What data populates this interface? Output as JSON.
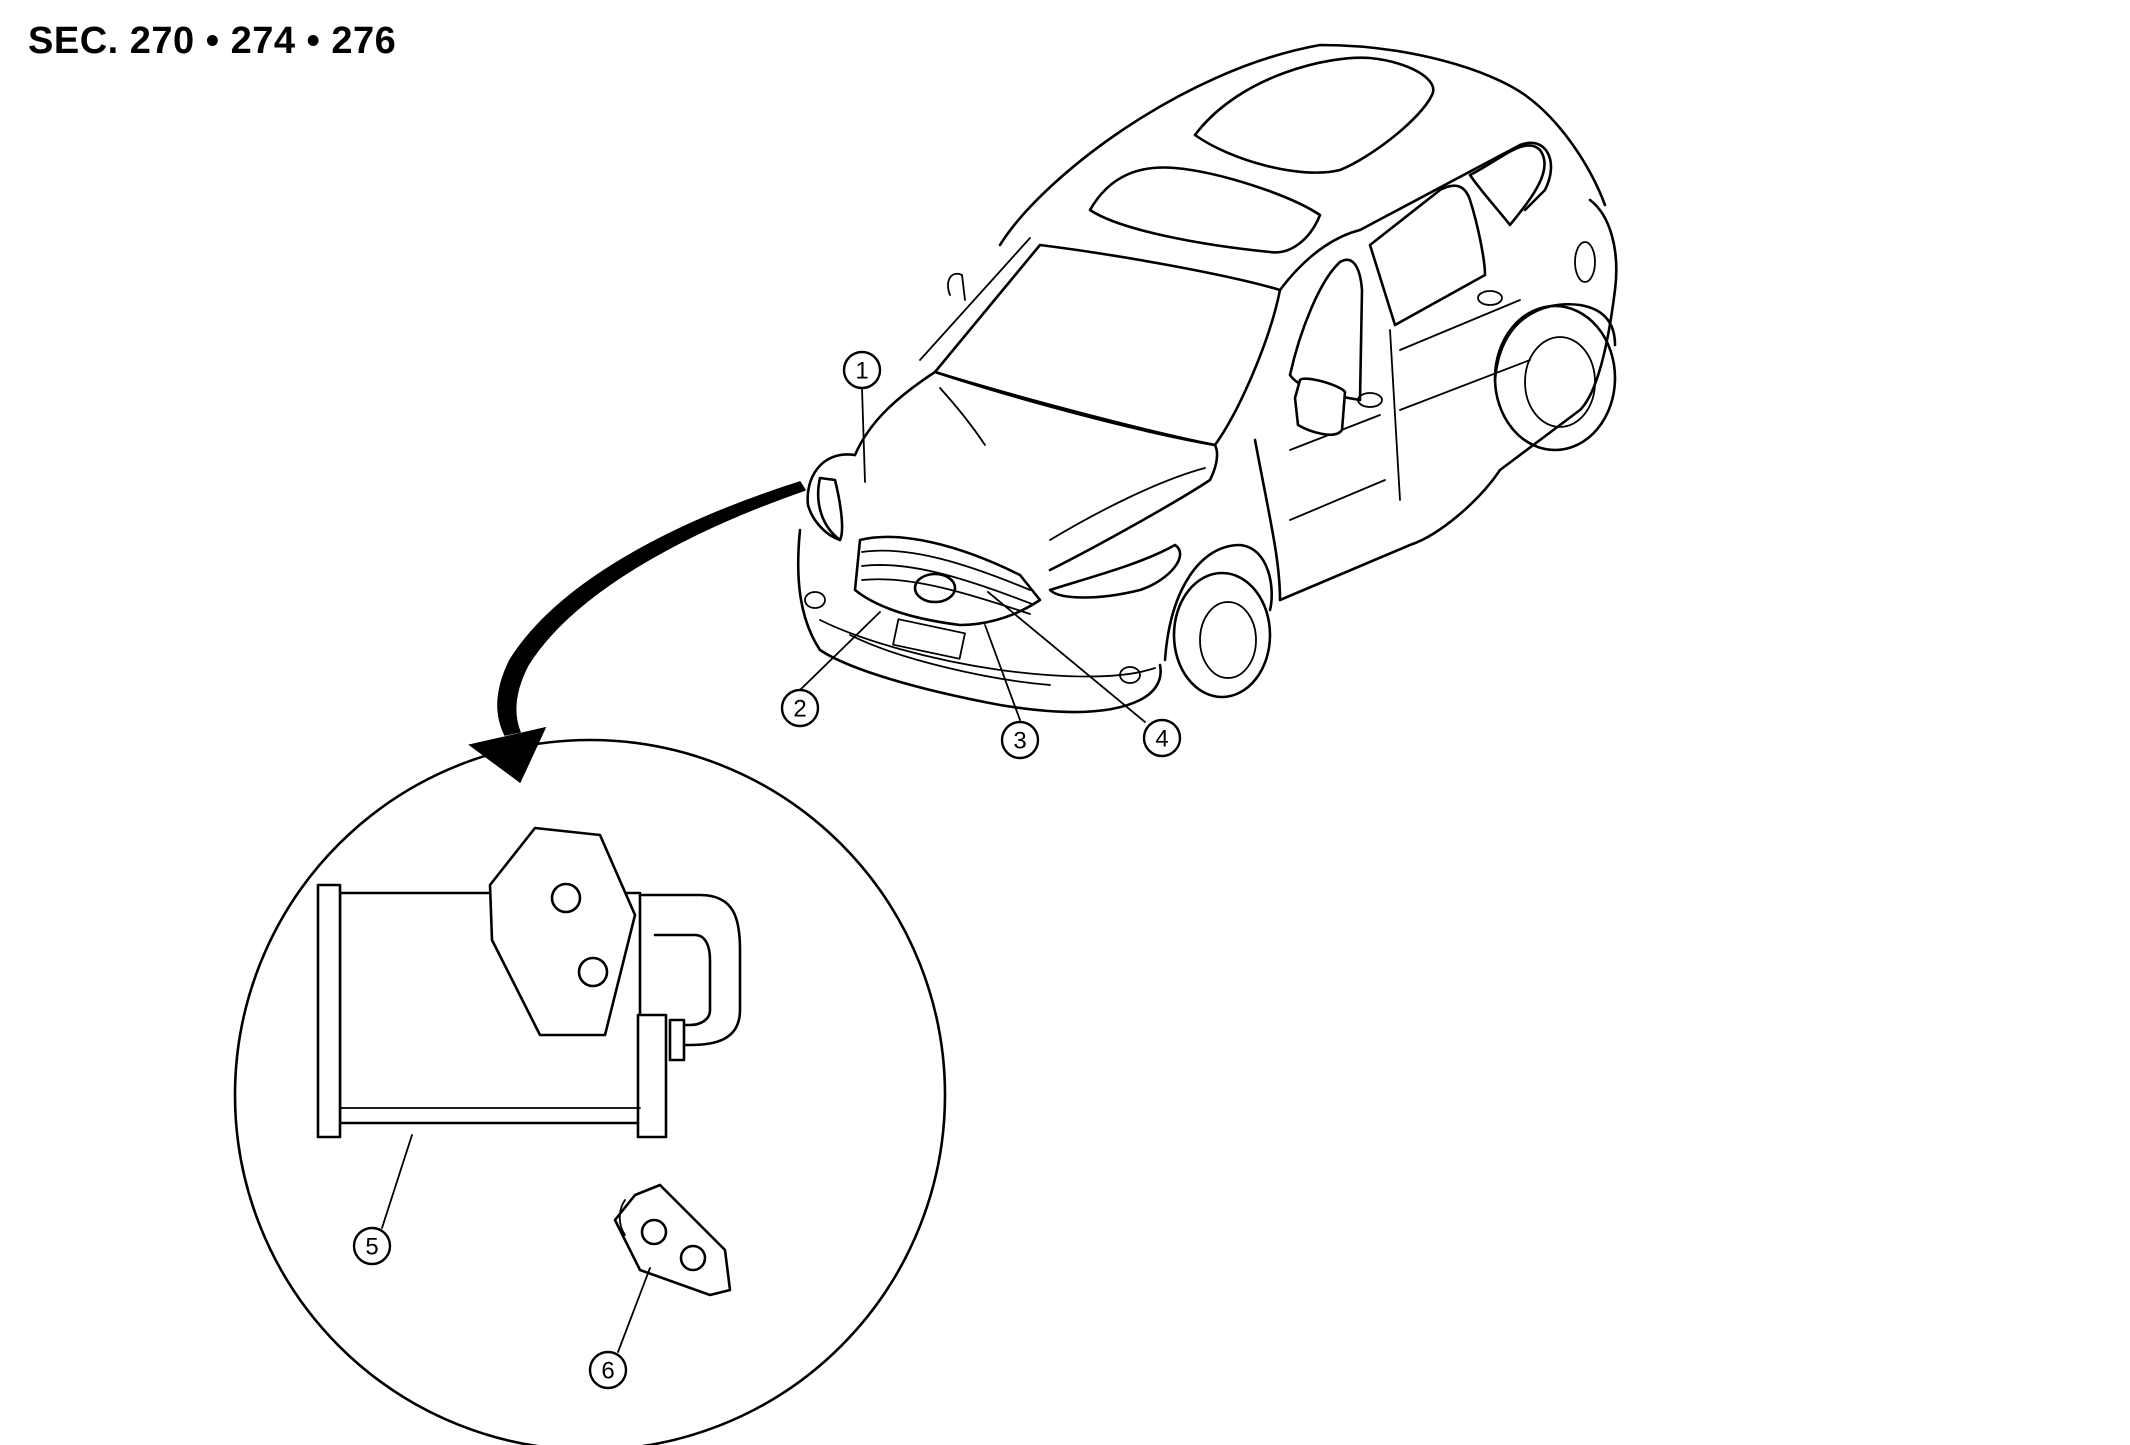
{
  "section_label": "SEC. 270 • 274 • 276",
  "callouts": [
    {
      "id": "1",
      "label": "1"
    },
    {
      "id": "2",
      "label": "2"
    },
    {
      "id": "3",
      "label": "3"
    },
    {
      "id": "4",
      "label": "4"
    },
    {
      "id": "5",
      "label": "5"
    },
    {
      "id": "6",
      "label": "6"
    }
  ],
  "icons": {
    "vehicle": "suv-vehicle-illustration",
    "detail": "ac-condenser-detail-illustration",
    "arrow": "curved-arrow-icon"
  }
}
